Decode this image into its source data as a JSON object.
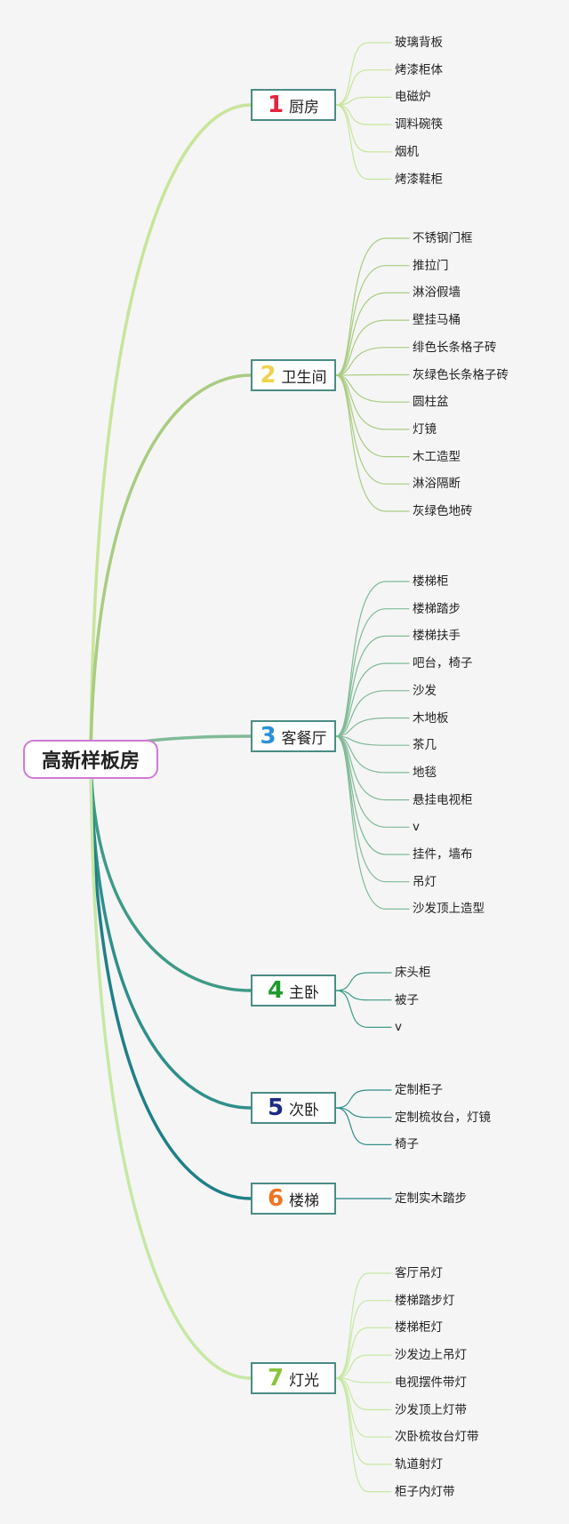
{
  "root": {
    "label": "高新样板房"
  },
  "branches": [
    {
      "num": "1",
      "label": "厨房",
      "num_color": "#e5243b",
      "line_color": "#c7e59a",
      "items": [
        "玻璃背板",
        "烤漆柜体",
        "电磁炉",
        "调料碗筷",
        "烟机",
        "烤漆鞋柜"
      ]
    },
    {
      "num": "2",
      "label": "卫生间",
      "num_color": "#f0d24c",
      "line_color": "#a9cc80",
      "items": [
        "不锈钢门框",
        "推拉门",
        "淋浴假墙",
        "壁挂马桶",
        "绯色长条格子砖",
        "灰绿色长条格子砖",
        "圆柱盆",
        "灯镜",
        "木工造型",
        "淋浴隔断",
        "灰绿色地砖"
      ]
    },
    {
      "num": "3",
      "label": "客餐厅",
      "num_color": "#2b8fd6",
      "line_color": "#7fba96",
      "items": [
        "楼梯柜",
        "楼梯踏步",
        "楼梯扶手",
        "吧台，椅子",
        "沙发",
        "木地板",
        "茶几",
        "地毯",
        "悬挂电视柜",
        "v",
        "挂件，墙布",
        "吊灯",
        "沙发顶上造型"
      ]
    },
    {
      "num": "4",
      "label": "主卧",
      "num_color": "#1f9a2e",
      "line_color": "#3e9a86",
      "items": [
        "床头柜",
        "被子",
        "v"
      ]
    },
    {
      "num": "5",
      "label": "次卧",
      "num_color": "#1c2b86",
      "line_color": "#2f8f8a",
      "items": [
        "定制柜子",
        "定制梳妆台，灯镜",
        "椅子"
      ]
    },
    {
      "num": "6",
      "label": "楼梯",
      "num_color": "#f07422",
      "line_color": "#1f7f88",
      "items": [
        "定制实木踏步"
      ]
    },
    {
      "num": "7",
      "label": "灯光",
      "num_color": "#8cc43c",
      "line_color": "#c6e8a4",
      "items": [
        "客厅吊灯",
        "楼梯踏步灯",
        "楼梯柜灯",
        "沙发边上吊灯",
        "电视摆件带灯",
        "沙发顶上灯带",
        "次卧梳妆台灯带",
        "轨道射灯",
        "柜子内灯带"
      ]
    }
  ]
}
